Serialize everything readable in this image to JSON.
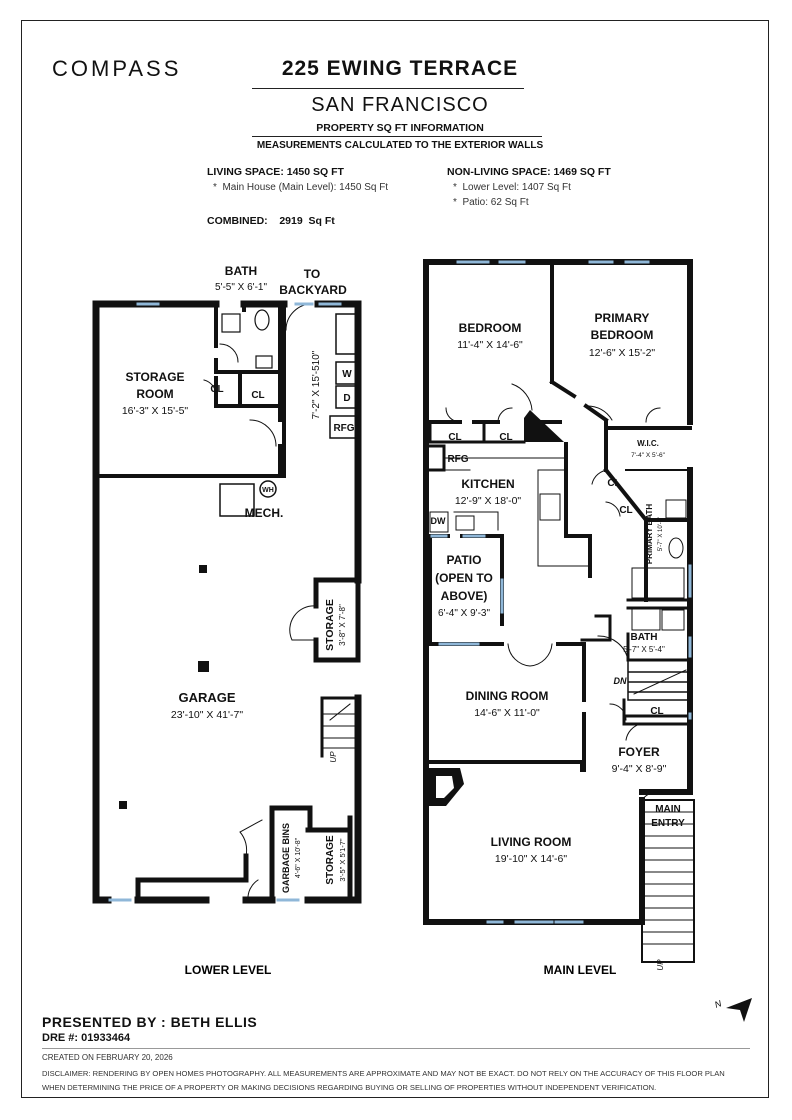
{
  "header": {
    "logo": "COMPASS",
    "address": "225 EWING TERRACE",
    "city": "SAN FRANCISCO",
    "subtitle": "PROPERTY SQ FT INFORMATION",
    "measurement_note": "MEASUREMENTS CALCULATED TO THE EXTERIOR WALLS"
  },
  "sqft": {
    "living_title": "LIVING SPACE: 1450 SQ FT",
    "living_items": [
      "Main House (Main Level):  1450 Sq Ft"
    ],
    "nonliving_title": "NON-LIVING SPACE: 1469 SQ FT",
    "nonliving_items": [
      "Lower Level:   1407 Sq Ft",
      "Patio:   62 Sq Ft"
    ],
    "combined": "COMBINED:    2919  Sq Ft"
  },
  "lower_level": {
    "caption": "LOWER LEVEL",
    "rooms": {
      "bath_name": "BATH",
      "bath_dim": "5'-5\" X 6'-1\"",
      "to_backyard_1": "TO",
      "to_backyard_2": "BACKYARD",
      "storage_room_1": "STORAGE",
      "storage_room_2": "ROOM",
      "storage_room_dim": "16'-3\" X 15'-5\"",
      "cl_a": "CL",
      "cl_b": "CL",
      "w": "W",
      "d": "D",
      "rfg": "RFG",
      "hall_dim": "7'-2\" X 15'-510\"",
      "wh": "WH",
      "mech": "MECH.",
      "storage_1": "STORAGE",
      "storage_1_dim": "3'-8\" X 7'-8\"",
      "garage": "GARAGE",
      "garage_dim": "23'-10\" X 41'-7\"",
      "up": "UP",
      "garbage": "GARBAGE BINS",
      "garbage_dim": "4'-6\" X 10'-8\"",
      "storage_2": "STORAGE",
      "storage_2_dim": "3'-5\" X 5'1-7\""
    }
  },
  "main_level": {
    "caption": "MAIN LEVEL",
    "rooms": {
      "bedroom": "BEDROOM",
      "bedroom_dim": "11'-4\" X 14'-6\"",
      "primary_1": "PRIMARY",
      "primary_2": "BEDROOM",
      "primary_dim": "12'-6\" X 15'-2\"",
      "cl_a": "CL",
      "cl_b": "CL",
      "wic": "W.I.C.",
      "wic_dim": "7'-4\" X 5'-6\"",
      "rfg": "RFG",
      "kitchen": "KITCHEN",
      "kitchen_dim": "12'-9\" X 18'-0\"",
      "cl_c": "CL",
      "cl_d": "CL",
      "dw": "DW",
      "primary_bath": "PRIMARY BATH",
      "primary_bath_dim": "5'-7\" X 10'-2\"",
      "patio_1": "PATIO",
      "patio_2": "(OPEN TO",
      "patio_3": "ABOVE)",
      "patio_dim": "6'-4\" X 9'-3\"",
      "bath": "BATH",
      "bath_dim": "5'-7\" X 5'-4\"",
      "dn": "DN",
      "cl_e": "CL",
      "dining": "DINING ROOM",
      "dining_dim": "14'-6\" X 11'-0\"",
      "foyer": "FOYER",
      "foyer_dim": "9'-4\" X 8'-9\"",
      "main_1": "MAIN",
      "main_2": "ENTRY",
      "living": "LIVING ROOM",
      "living_dim": "19'-10\" X 14'-6\"",
      "up": "UP"
    }
  },
  "compass_rose": {
    "label": "N",
    "icon": "north-arrow-icon"
  },
  "footer": {
    "presented_by": "PRESENTED BY : BETH ELLIS",
    "dre": "DRE #: 01933464",
    "created": "CREATED ON FEBRUARY 20, 2026",
    "disclaimer_1": "DISCLAIMER: RENDERING BY OPEN HOMES PHOTOGRAPHY. ALL MEASUREMENTS ARE APPROXIMATE AND MAY NOT BE EXACT. DO NOT RELY ON THE ACCURACY OF THIS FLOOR PLAN",
    "disclaimer_2": "WHEN DETERMINING THE PRICE OF A PROPERTY OR MAKING DECISIONS REGARDING BUYING OR SELLING OF PROPERTIES WITHOUT INDEPENDENT VERIFICATION."
  },
  "colors": {
    "wall": "#111111",
    "window": "#8fb7d8",
    "ink": "#111111"
  }
}
